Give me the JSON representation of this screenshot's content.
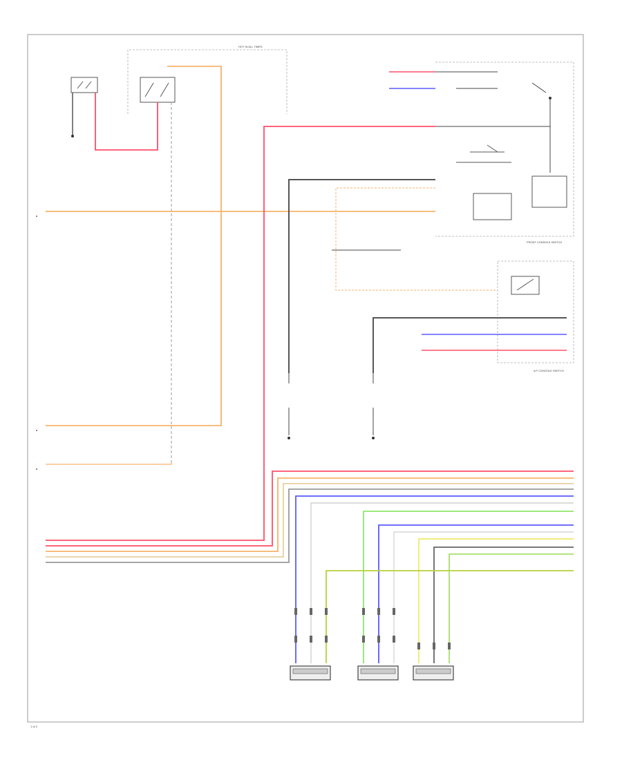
{
  "colors": {
    "red": "#ff4d6a",
    "orange": "#f7b26a",
    "gray": "#999999",
    "dark": "#555555",
    "blue": "#5a5aff",
    "green": "#8ee86a",
    "yellow": "#f2e96a",
    "olive": "#b8cf3a",
    "tan": "#e8cfa0"
  },
  "labels": {
    "top_bracket": "HOT IN ALL TIMES",
    "front_panel": "FRONT CONSOLE SWITCH",
    "rear_panel": "A/T CONSOLE SWITCH",
    "page_mark": "1 of 2"
  }
}
